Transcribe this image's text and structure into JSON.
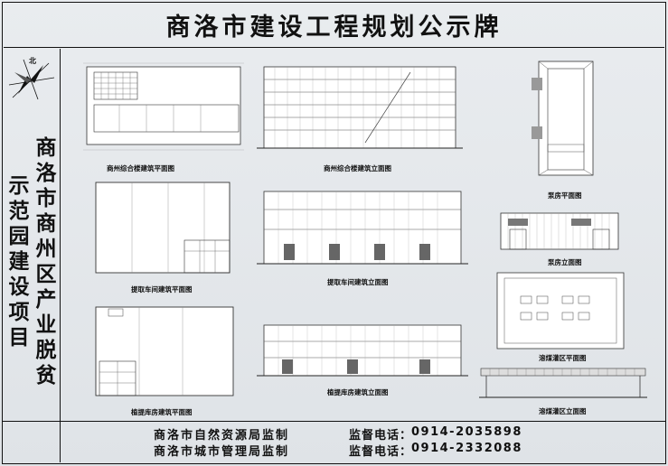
{
  "board": {
    "title": "商洛市建设工程规划公示牌",
    "north_label": "北",
    "project_name_col1": "商洛市商州区产业脱贫",
    "project_name_col2": "示范园建设项目"
  },
  "drawings": [
    {
      "key": "complex_plan",
      "caption": "商州综合楼建筑平面图"
    },
    {
      "key": "complex_elev",
      "caption": "商州综合楼建筑立面图"
    },
    {
      "key": "pump_plan",
      "caption": "泵房平面图"
    },
    {
      "key": "extract_plan",
      "caption": "提取车间建筑平面图"
    },
    {
      "key": "extract_elev",
      "caption": "提取车间建筑立面图"
    },
    {
      "key": "pump_elev",
      "caption": "泵房立面图"
    },
    {
      "key": "coal_plan",
      "caption": "溶煤灌区平面图"
    },
    {
      "key": "store_plan",
      "caption": "植提库房建筑平面图"
    },
    {
      "key": "store_elev",
      "caption": "植提库房建筑立面图"
    },
    {
      "key": "coal_elev",
      "caption": "溶煤灌区立面图"
    }
  ],
  "footer": {
    "supervisor_1": "商洛市自然资源局监制",
    "supervisor_2": "商洛市城市管理局监制",
    "phone_label_1": "监督电话：",
    "phone_label_2": "监督电话：",
    "phone_1": "0914-2035898",
    "phone_2": "0914-2332088"
  }
}
